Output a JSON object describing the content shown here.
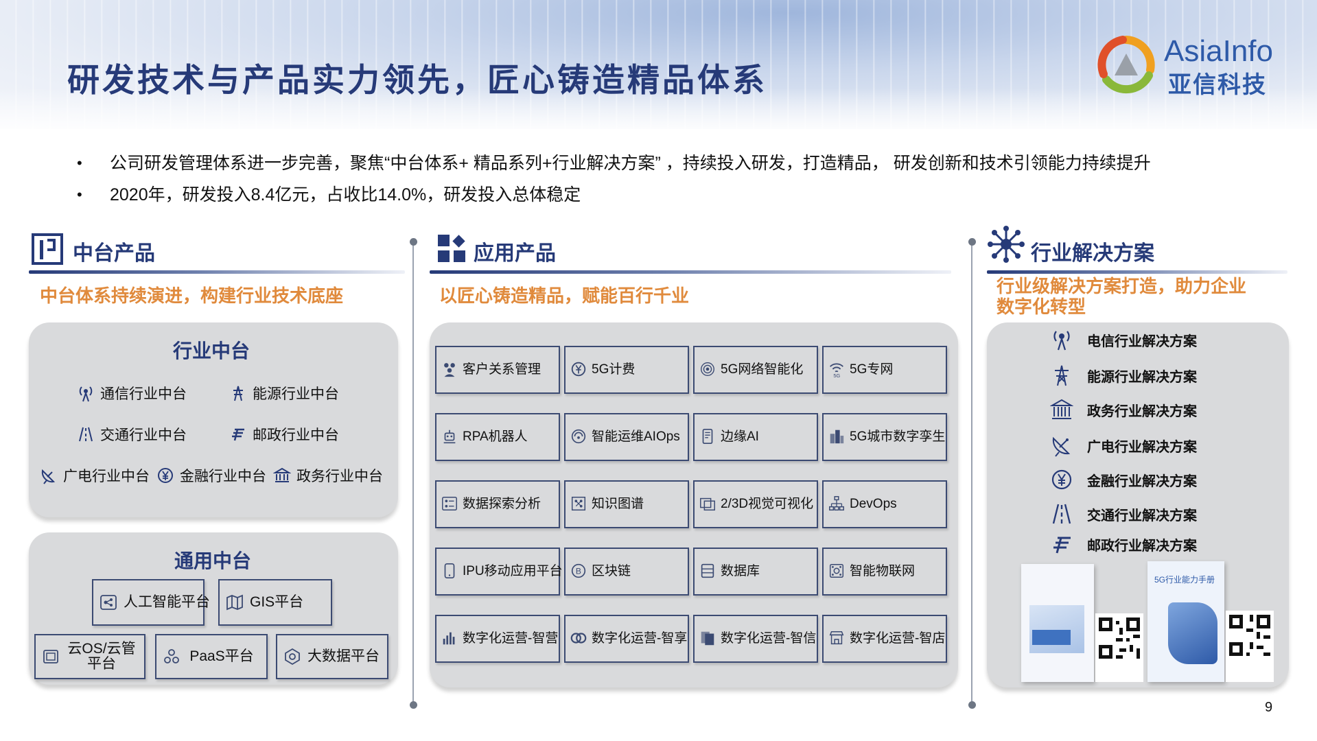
{
  "header": {
    "title": "研发技术与产品实力领先，匠心铸造精品体系",
    "logo_en": "AsiaInfo",
    "logo_cn": "亚信科技"
  },
  "bullets": [
    "公司研发管理体系进一步完善，聚焦“中台体系+ 精品系列+行业解决方案” ，持续投入研发，打造精品， 研发创新和技术引领能力持续提升",
    "2020年，研发投入8.4亿元，占收比14.0%，研发投入总体稳定"
  ],
  "middle_platform": {
    "title": "中台产品",
    "subtitle": "中台体系持续演进，构建行业技术底座",
    "industry": {
      "title": "行业中台",
      "items": [
        {
          "label": "通信行业中台",
          "icon": "antenna-icon"
        },
        {
          "label": "能源行业中台",
          "icon": "power-tower-icon"
        },
        {
          "label": "交通行业中台",
          "icon": "road-icon"
        },
        {
          "label": "邮政行业中台",
          "icon": "postal-icon"
        },
        {
          "label": "广电行业中台",
          "icon": "satellite-dish-icon"
        },
        {
          "label": "金融行业中台",
          "icon": "yen-icon"
        },
        {
          "label": "政务行业中台",
          "icon": "government-icon"
        }
      ]
    },
    "general": {
      "title": "通用中台",
      "items": [
        {
          "label": "人工智能平台",
          "icon": "ai-icon"
        },
        {
          "label": "GIS平台",
          "icon": "map-icon"
        },
        {
          "label": "云OS/云管平台",
          "line1": "云OS/云管",
          "line2": "平台",
          "icon": "cloud-os-icon"
        },
        {
          "label": "PaaS平台",
          "icon": "paas-icon"
        },
        {
          "label": "大数据平台",
          "icon": "bigdata-icon"
        }
      ]
    }
  },
  "applications": {
    "title": "应用产品",
    "subtitle": "以匠心铸造精品，赋能百行千业",
    "grid": [
      [
        {
          "label": "客户关系管理",
          "icon": "crm-icon"
        },
        {
          "label": "5G计费",
          "icon": "billing-icon"
        },
        {
          "label": "5G网络智能化",
          "icon": "network-ai-icon"
        },
        {
          "label": "5G专网",
          "icon": "private-network-icon"
        }
      ],
      [
        {
          "label": "RPA机器人",
          "icon": "robot-icon"
        },
        {
          "label": "智能运维AIOps",
          "icon": "aiops-icon"
        },
        {
          "label": "边缘AI",
          "icon": "edge-ai-icon"
        },
        {
          "label": "5G城市数字孪生",
          "icon": "city-icon"
        }
      ],
      [
        {
          "label": "数据探索分析",
          "icon": "data-analysis-icon"
        },
        {
          "label": "知识图谱",
          "icon": "knowledge-graph-icon"
        },
        {
          "label": "2/3D视觉可视化",
          "icon": "visualization-icon"
        },
        {
          "label": "DevOps",
          "icon": "devops-icon"
        }
      ],
      [
        {
          "label": "IPU移动应用平台",
          "icon": "mobile-icon"
        },
        {
          "label": "区块链",
          "icon": "blockchain-icon"
        },
        {
          "label": "数据库",
          "icon": "database-icon"
        },
        {
          "label": "智能物联网",
          "icon": "iot-icon"
        }
      ],
      [
        {
          "label": "数字化运营-智营",
          "icon": "bar-chart-icon"
        },
        {
          "label": "数字化运营-智享",
          "icon": "share-icon"
        },
        {
          "label": "数字化运营-智信",
          "icon": "message-icon"
        },
        {
          "label": "数字化运营-智店",
          "icon": "store-icon"
        }
      ]
    ]
  },
  "solutions": {
    "title": "行业解决方案",
    "subtitle": "行业级解决方案打造，助力企业数字化转型",
    "subtitle_line1": "行业级解决方案打造，助力企业",
    "subtitle_line2": "数字化转型",
    "items": [
      {
        "label": "电信行业解决方案",
        "icon": "antenna-icon"
      },
      {
        "label": "能源行业解决方案",
        "icon": "power-tower-icon"
      },
      {
        "label": "政务行业解决方案",
        "icon": "government-icon"
      },
      {
        "label": "广电行业解决方案",
        "icon": "satellite-dish-icon"
      },
      {
        "label": "金融行业解决方案",
        "icon": "yen-icon"
      },
      {
        "label": "交通行业解决方案",
        "icon": "road-icon"
      },
      {
        "label": "邮政行业解决方案",
        "icon": "postal-icon"
      }
    ],
    "book2_title": "5G行业能力手册"
  },
  "page_number": "9",
  "colors": {
    "title": "#263a78",
    "accent": "#e08a3c",
    "panel": "#d9dadc",
    "box_border": "#3b4a72"
  }
}
